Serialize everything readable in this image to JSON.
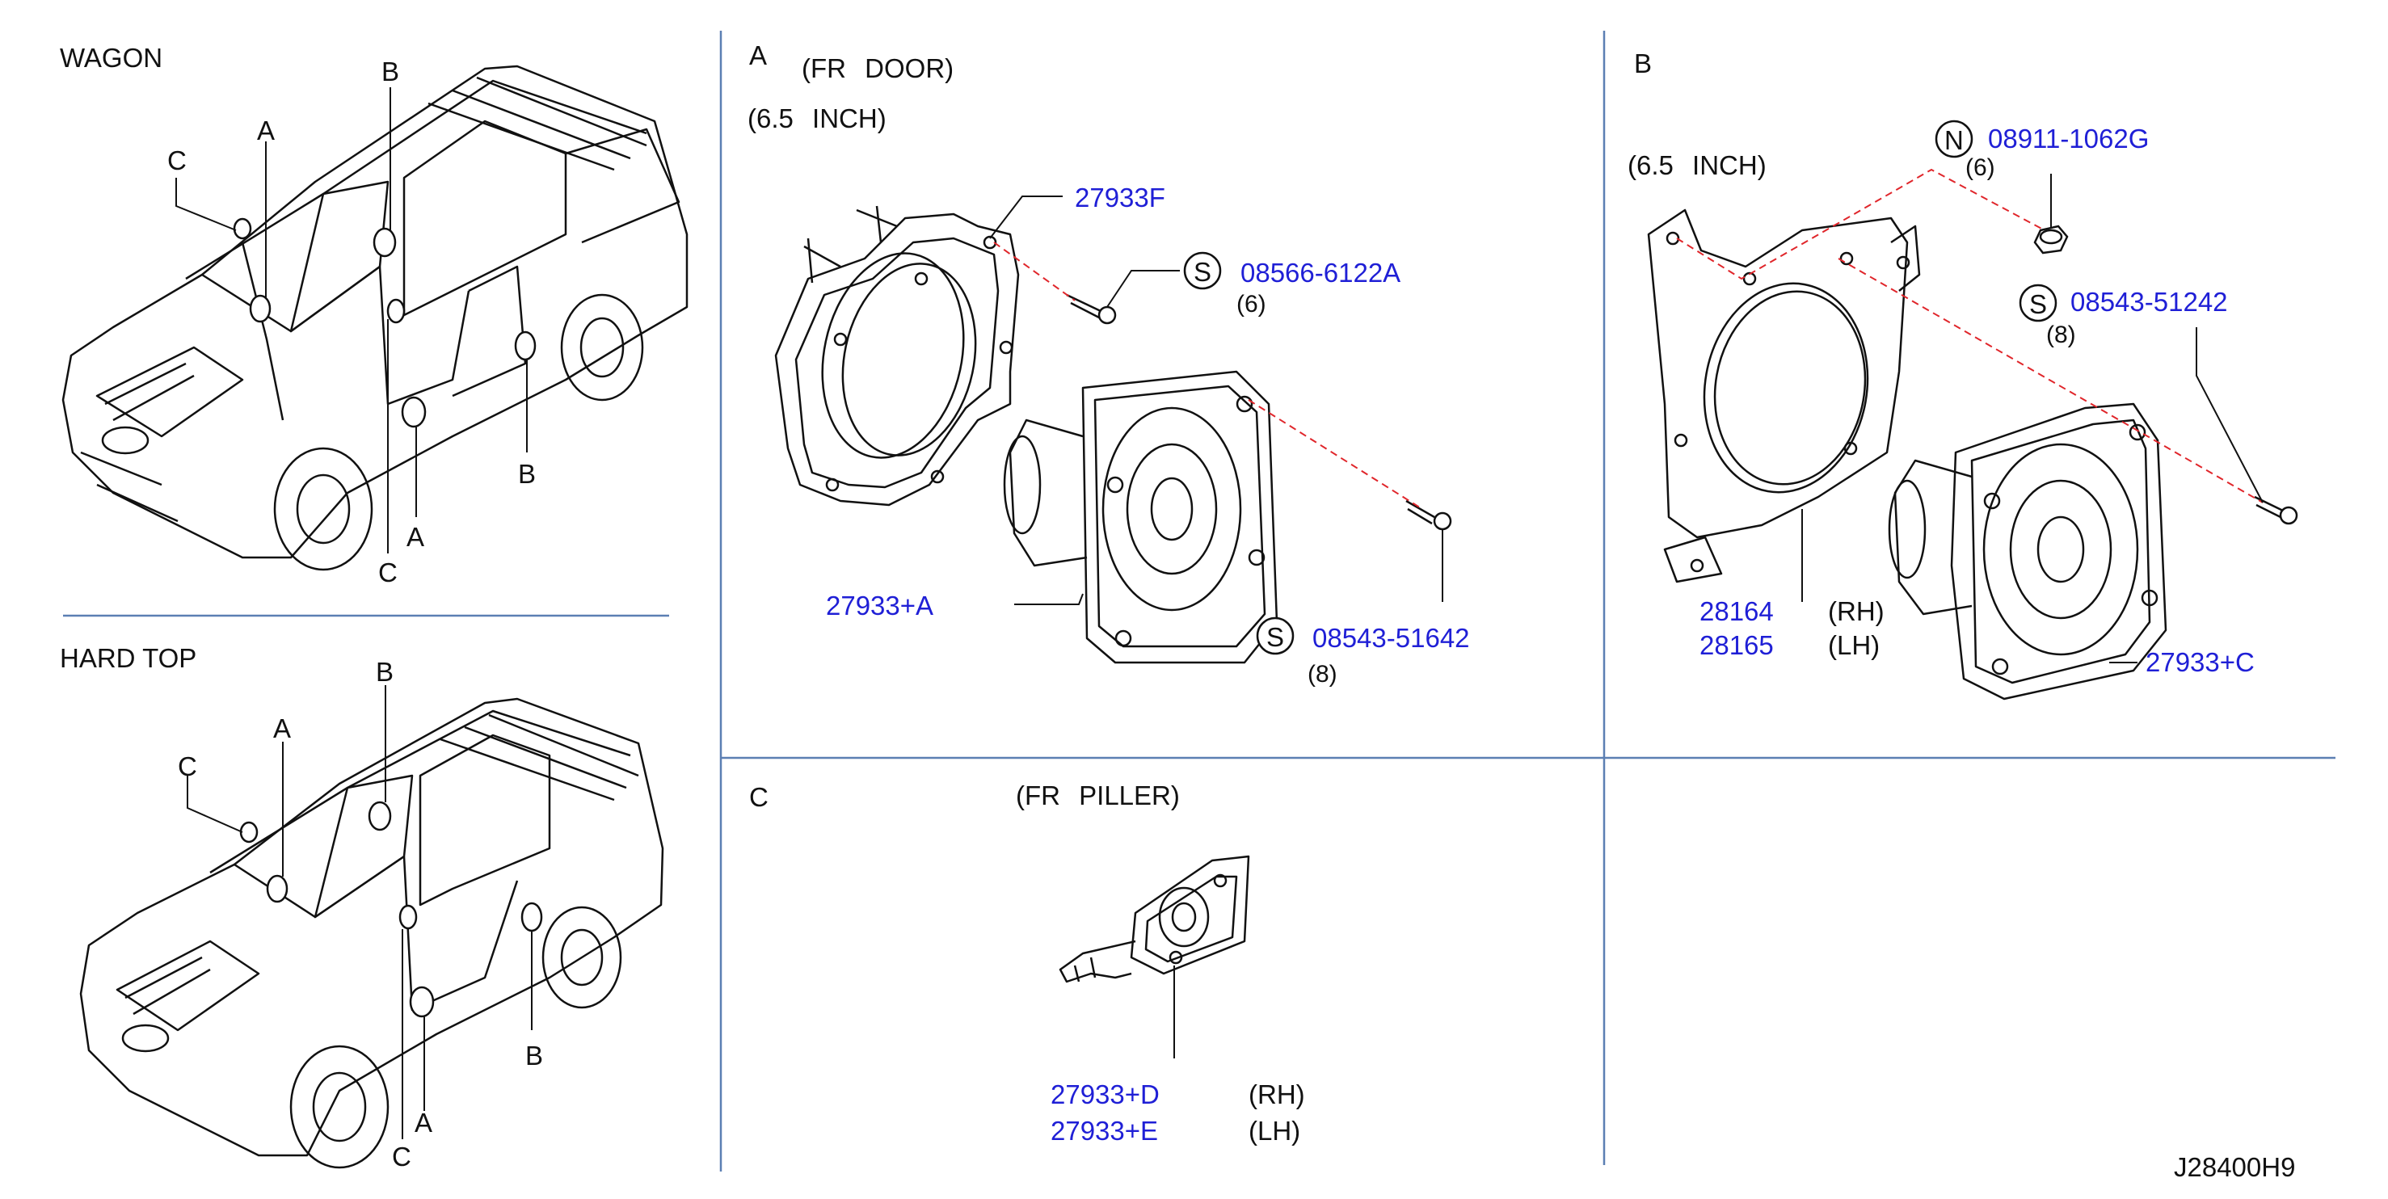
{
  "colors": {
    "line": "#111111",
    "part_number": "#1f1fd6",
    "divider": "#5b7fb3",
    "leader_dashed": "#e0262b"
  },
  "panels": {
    "wagon": {
      "title": "WAGON",
      "markers": [
        "A",
        "B",
        "C",
        "A",
        "B",
        "C"
      ]
    },
    "hardtop": {
      "title": "HARD TOP",
      "markers": [
        "A",
        "B",
        "C",
        "A",
        "B",
        "C"
      ]
    },
    "a": {
      "letter": "A",
      "caption": "(FR DOOR)",
      "size": "(6.5 INCH)",
      "parts": {
        "bracket": "27933F",
        "screw": {
          "symbol": "S",
          "number": "08566-6122A",
          "qty": "(6)"
        },
        "speaker": "27933+A",
        "screw2": {
          "symbol": "S",
          "number": "08543-51642",
          "qty": "(8)"
        }
      }
    },
    "b": {
      "letter": "B",
      "size": "(6.5 INCH)",
      "parts": {
        "nut": {
          "symbol": "N",
          "number": "08911-1062G",
          "qty": "(6)"
        },
        "screw": {
          "symbol": "S",
          "number": "08543-51242",
          "qty": "(8)"
        },
        "bracket_rh": {
          "number": "28164",
          "side": "(RH)"
        },
        "bracket_lh": {
          "number": "28165",
          "side": "(LH)"
        },
        "speaker": "27933+C"
      }
    },
    "c": {
      "letter": "C",
      "caption": "(FR PILLER)",
      "parts": {
        "tweeter_rh": {
          "number": "27933+D",
          "side": "(RH)"
        },
        "tweeter_lh": {
          "number": "27933+E",
          "side": "(LH)"
        }
      }
    }
  },
  "drawing_id": "J28400H9"
}
